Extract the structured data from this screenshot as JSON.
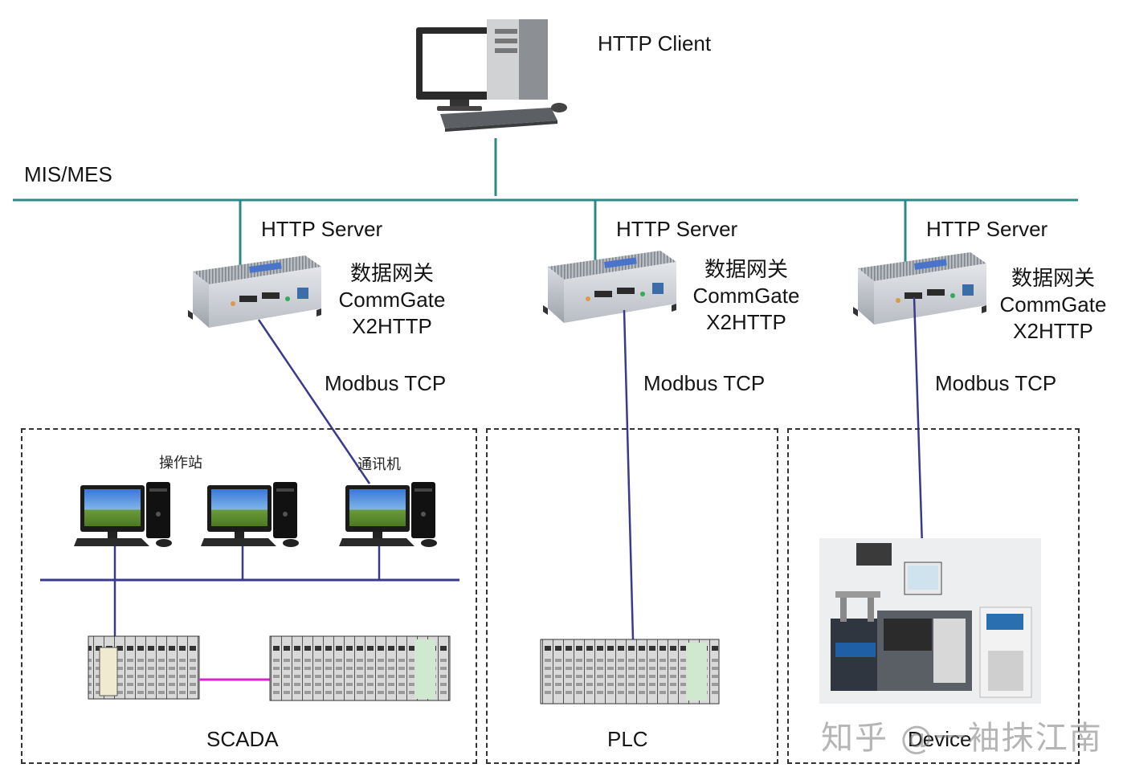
{
  "client": {
    "label": "HTTP Client"
  },
  "network": {
    "label": "MIS/MES"
  },
  "gateways": [
    {
      "server_label": "HTTP Server",
      "name_cn": "数据网关",
      "product": "CommGate",
      "model": "X2HTTP",
      "link_label": "Modbus TCP"
    },
    {
      "server_label": "HTTP Server",
      "name_cn": "数据网关",
      "product": "CommGate",
      "model": "X2HTTP",
      "link_label": "Modbus TCP"
    },
    {
      "server_label": "HTTP Server",
      "name_cn": "数据网关",
      "product": "CommGate",
      "model": "X2HTTP",
      "link_label": "Modbus TCP"
    }
  ],
  "zones": [
    {
      "label": "SCADA",
      "pc_labels": [
        "操作站",
        "通讯机"
      ]
    },
    {
      "label": "PLC"
    },
    {
      "label": "Device"
    }
  ],
  "watermark": {
    "text": "知乎 @一袖抹江南"
  },
  "colors": {
    "network_line": "#2b8a86",
    "link_line": "#3a3a8c",
    "scada_bus": "#3a3a8c",
    "plc_link": "#e020d0"
  },
  "icons": [
    "desktop-computer-icon",
    "gateway-box-icon",
    "plc-rack-icon",
    "laser-machine-icon"
  ]
}
